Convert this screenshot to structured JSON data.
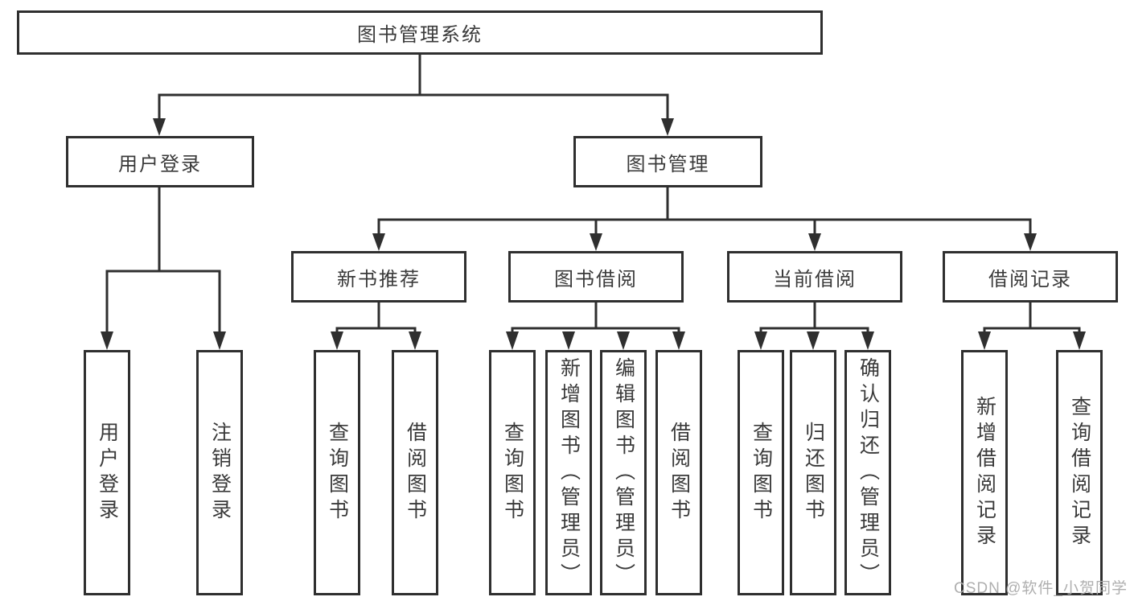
{
  "colors": {
    "line": "#2f2f2f",
    "text": "#3a3a3a",
    "background": "#ffffff",
    "watermark": "#ababab"
  },
  "watermark": {
    "text": "CSDN @软件_小贺同学"
  },
  "diagram": {
    "root": {
      "label": "图书管理系统"
    },
    "branches": [
      {
        "label": "用户登录",
        "children": [
          {
            "label": "用户登录"
          },
          {
            "label": "注销登录"
          }
        ]
      },
      {
        "label": "图书管理",
        "children": [
          {
            "label": "新书推荐",
            "children": [
              {
                "label": "查询图书"
              },
              {
                "label": "借阅图书"
              }
            ]
          },
          {
            "label": "图书借阅",
            "children": [
              {
                "label": "查询图书"
              },
              {
                "label": "新增图书（管理员）"
              },
              {
                "label": "编辑图书（管理员）"
              },
              {
                "label": "借阅图书"
              }
            ]
          },
          {
            "label": "当前借阅",
            "children": [
              {
                "label": "查询图书"
              },
              {
                "label": "归还图书"
              },
              {
                "label": "确认归还（管理员）"
              }
            ]
          },
          {
            "label": "借阅记录",
            "children": [
              {
                "label": "新增借阅记录"
              },
              {
                "label": "查询借阅记录"
              }
            ]
          }
        ]
      }
    ]
  }
}
